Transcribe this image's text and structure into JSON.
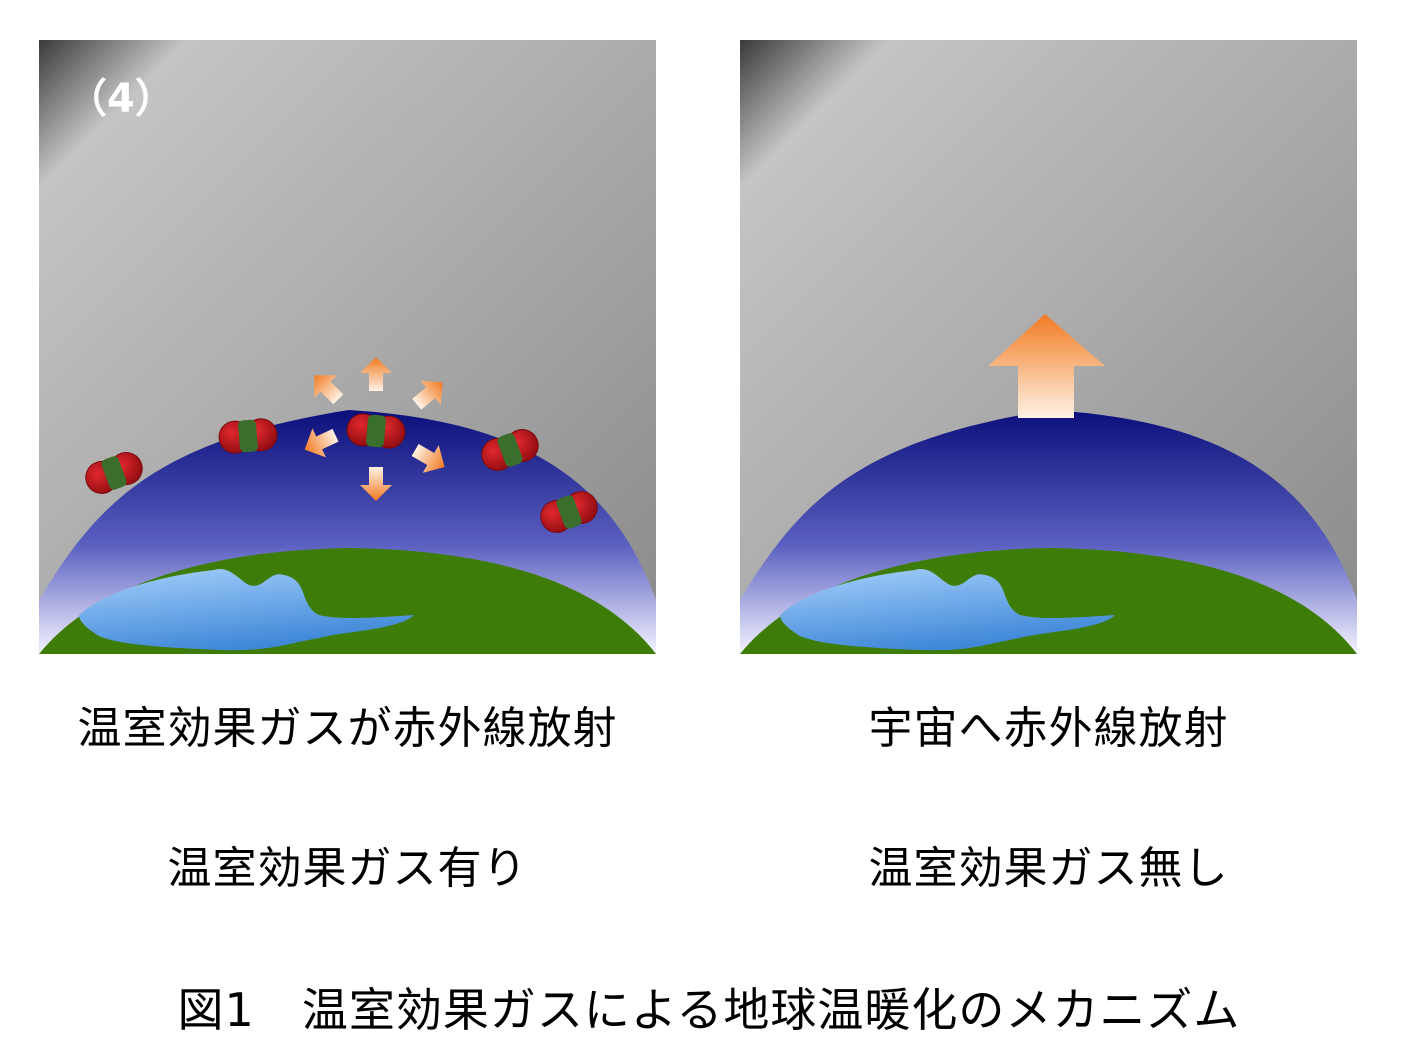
{
  "panel_left": {
    "label": "（4）",
    "caption_top": "温室効果ガスが赤外線放射",
    "caption_bottom": "温室効果ガス有り"
  },
  "panel_right": {
    "caption_top": "宇宙へ赤外線放射",
    "caption_bottom": "温室効果ガス無し"
  },
  "figure_caption": "図1　温室効果ガスによる地球温暖化のメカニズム",
  "colors": {
    "sky_dark": "#3a3a3a",
    "sky_light": "#bdbdbd",
    "atmosphere_top": "#0b0f7a",
    "atmosphere_bottom": "#f4f4ff",
    "land": "#3d7d07",
    "ocean_light": "#98c6f6",
    "ocean_dark": "#3f88d8",
    "molecule_red": "#c0141a",
    "molecule_green": "#3b6e2c",
    "arrow_orange": "#f58a3a",
    "arrow_light": "#fff3e6"
  }
}
